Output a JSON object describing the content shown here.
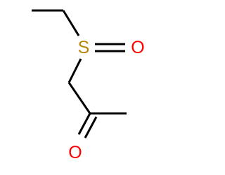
{
  "molecule": {
    "atoms": {
      "sulfur": {
        "symbol": "S",
        "color": "#b8860b"
      },
      "sulfoxide_oxygen": {
        "symbol": "O",
        "color": "#ff0000"
      },
      "carbonyl_oxygen": {
        "symbol": "O",
        "color": "#ff0000"
      }
    },
    "bond_color": "#000000"
  }
}
